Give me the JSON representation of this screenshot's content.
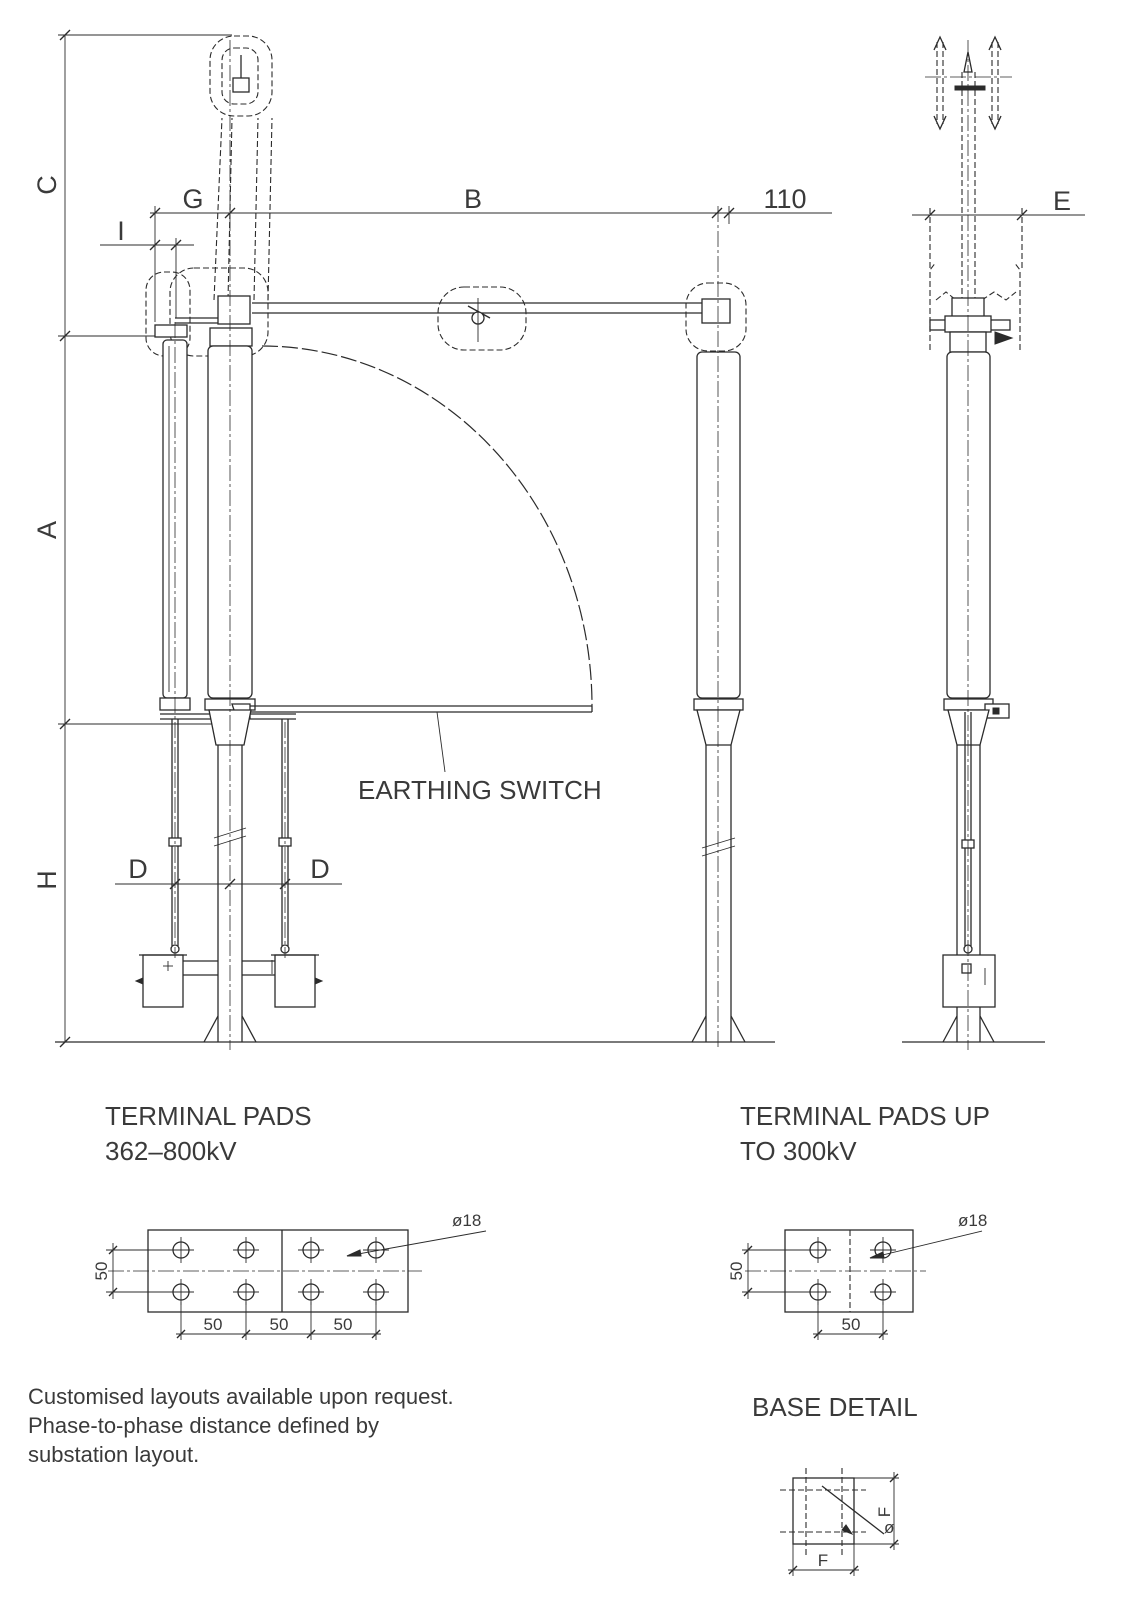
{
  "colors": {
    "background": "#ffffff",
    "line": "#2b2b2b",
    "text": "#3a3a3a"
  },
  "front_view": {
    "dim_c": "C",
    "dim_a": "A",
    "dim_h": "H",
    "dim_g": "G",
    "dim_b": "B",
    "dim_110": "110",
    "dim_i": "I",
    "dim_d_left": "D",
    "dim_d_right": "D",
    "earthing_switch_label": "EARTHING SWITCH"
  },
  "side_view": {
    "dim_e": "E"
  },
  "terminal_pads_362_800": {
    "title": [
      "TERMINAL PADS",
      "362–800kV"
    ],
    "hole_diameter": "ø18",
    "vertical_pitch": "50",
    "horizontal_pitches": [
      "50",
      "50",
      "50"
    ]
  },
  "terminal_pads_up_to_300": {
    "title": [
      "TERMINAL PADS UP",
      "TO 300kV"
    ],
    "hole_diameter": "ø18",
    "vertical_pitch": "50",
    "horizontal_pitch": "50"
  },
  "notes": [
    "Customised layouts available upon request.",
    "Phase-to-phase distance defined by",
    "substation layout."
  ],
  "base_detail": {
    "title": "BASE DETAIL",
    "dim_f_vertical": "F",
    "dim_f_horizontal": "F",
    "hole_label": "ø"
  }
}
